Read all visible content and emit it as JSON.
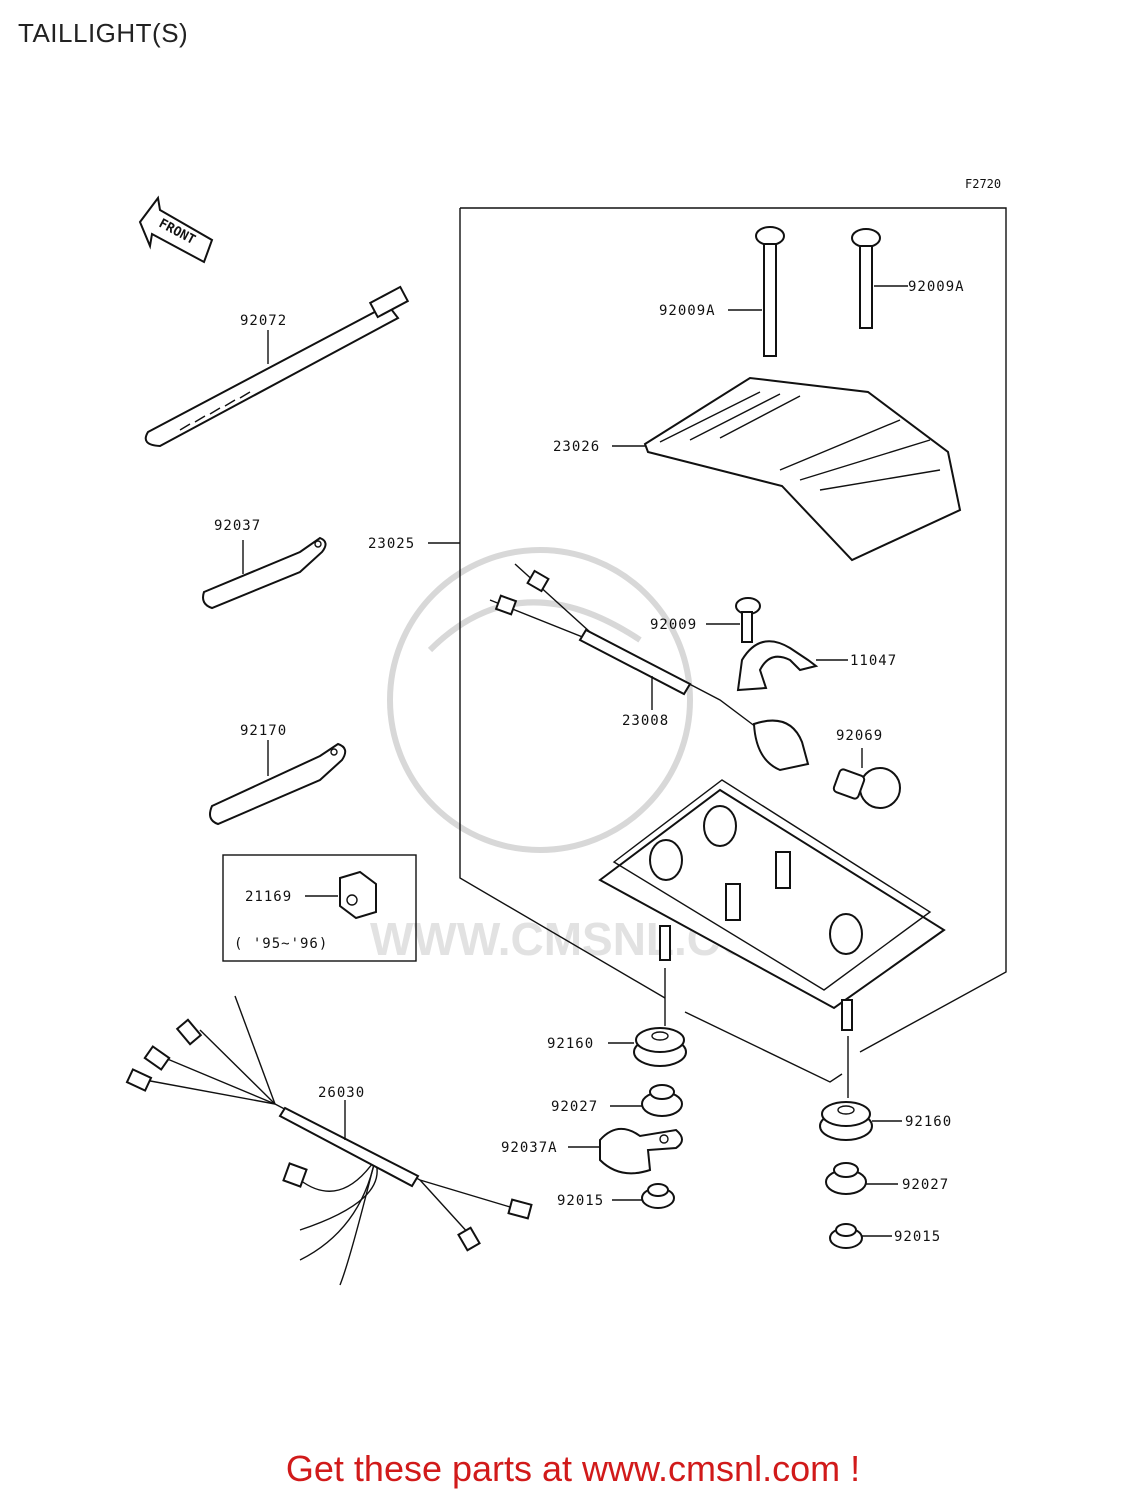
{
  "title": "TAILLIGHT(S)",
  "figure_code": "F2720",
  "front_arrow_text": "FRONT",
  "watermark_text": "WWW.CMSNL.COM",
  "parts": [
    {
      "id": "p92072",
      "number": "92072"
    },
    {
      "id": "p92037",
      "number": "92037"
    },
    {
      "id": "p92170",
      "number": "92170"
    },
    {
      "id": "p21169",
      "number": "21169",
      "note": "( '95~'96)"
    },
    {
      "id": "p26030",
      "number": "26030"
    },
    {
      "id": "p23025",
      "number": "23025"
    },
    {
      "id": "p92009A_left",
      "number": "92009A"
    },
    {
      "id": "p92009A_right",
      "number": "92009A"
    },
    {
      "id": "p23026",
      "number": "23026"
    },
    {
      "id": "p92009",
      "number": "92009"
    },
    {
      "id": "p11047",
      "number": "11047"
    },
    {
      "id": "p23008",
      "number": "23008"
    },
    {
      "id": "p92069",
      "number": "92069"
    },
    {
      "id": "p92160_left",
      "number": "92160"
    },
    {
      "id": "p92027_left",
      "number": "92027"
    },
    {
      "id": "p92037A",
      "number": "92037A"
    },
    {
      "id": "p92015_left",
      "number": "92015"
    },
    {
      "id": "p92160_right",
      "number": "92160"
    },
    {
      "id": "p92027_right",
      "number": "92027"
    },
    {
      "id": "p92015_right",
      "number": "92015"
    }
  ],
  "footer": "Get these parts at www.cmsnl.com !"
}
